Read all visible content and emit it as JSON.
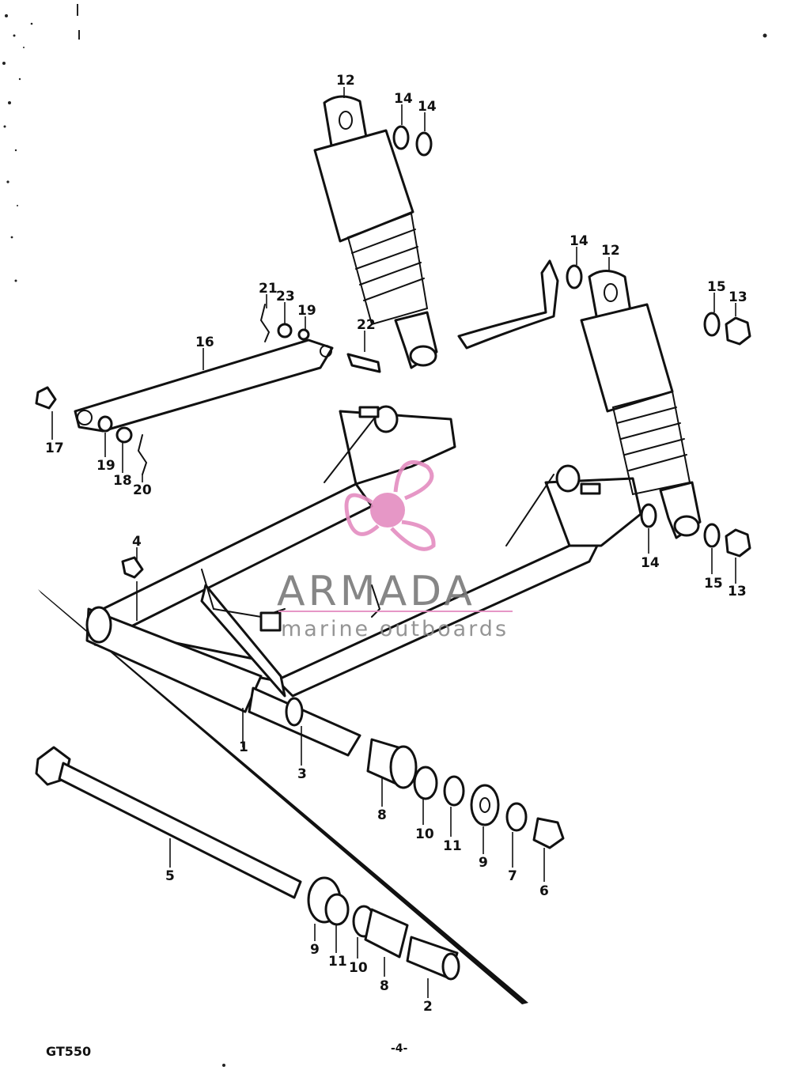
{
  "diagram": {
    "model_label": "GT550",
    "page_number": "-4-",
    "colors": {
      "ink": "#111111",
      "watermark_gray": "#7a7a7a",
      "watermark_pink": "#e48cc0"
    }
  },
  "watermark": {
    "brand": "ARMADA",
    "tagline": "marine outboards",
    "logo_icon": "propeller-icon"
  },
  "callouts": [
    {
      "id": "c12a",
      "text": "12"
    },
    {
      "id": "c14a",
      "text": "14"
    },
    {
      "id": "c14b",
      "text": "14"
    },
    {
      "id": "c14c",
      "text": "14"
    },
    {
      "id": "c12b",
      "text": "12"
    },
    {
      "id": "c15a",
      "text": "15"
    },
    {
      "id": "c13a",
      "text": "13"
    },
    {
      "id": "c21",
      "text": "21"
    },
    {
      "id": "c23",
      "text": "23"
    },
    {
      "id": "c19a",
      "text": "19"
    },
    {
      "id": "c16",
      "text": "16"
    },
    {
      "id": "c22",
      "text": "22"
    },
    {
      "id": "c17",
      "text": "17"
    },
    {
      "id": "c19b",
      "text": "19"
    },
    {
      "id": "c18",
      "text": "18"
    },
    {
      "id": "c20",
      "text": "20"
    },
    {
      "id": "c4",
      "text": "4"
    },
    {
      "id": "c14d",
      "text": "14"
    },
    {
      "id": "c15b",
      "text": "15"
    },
    {
      "id": "c13b",
      "text": "13"
    },
    {
      "id": "c1",
      "text": "1"
    },
    {
      "id": "c3",
      "text": "3"
    },
    {
      "id": "c8a",
      "text": "8"
    },
    {
      "id": "c10a",
      "text": "10"
    },
    {
      "id": "c11a",
      "text": "11"
    },
    {
      "id": "c9a",
      "text": "9"
    },
    {
      "id": "c7",
      "text": "7"
    },
    {
      "id": "c6",
      "text": "6"
    },
    {
      "id": "c5",
      "text": "5"
    },
    {
      "id": "c9b",
      "text": "9"
    },
    {
      "id": "c11b",
      "text": "11"
    },
    {
      "id": "c10b",
      "text": "10"
    },
    {
      "id": "c8b",
      "text": "8"
    },
    {
      "id": "c2",
      "text": "2"
    }
  ]
}
